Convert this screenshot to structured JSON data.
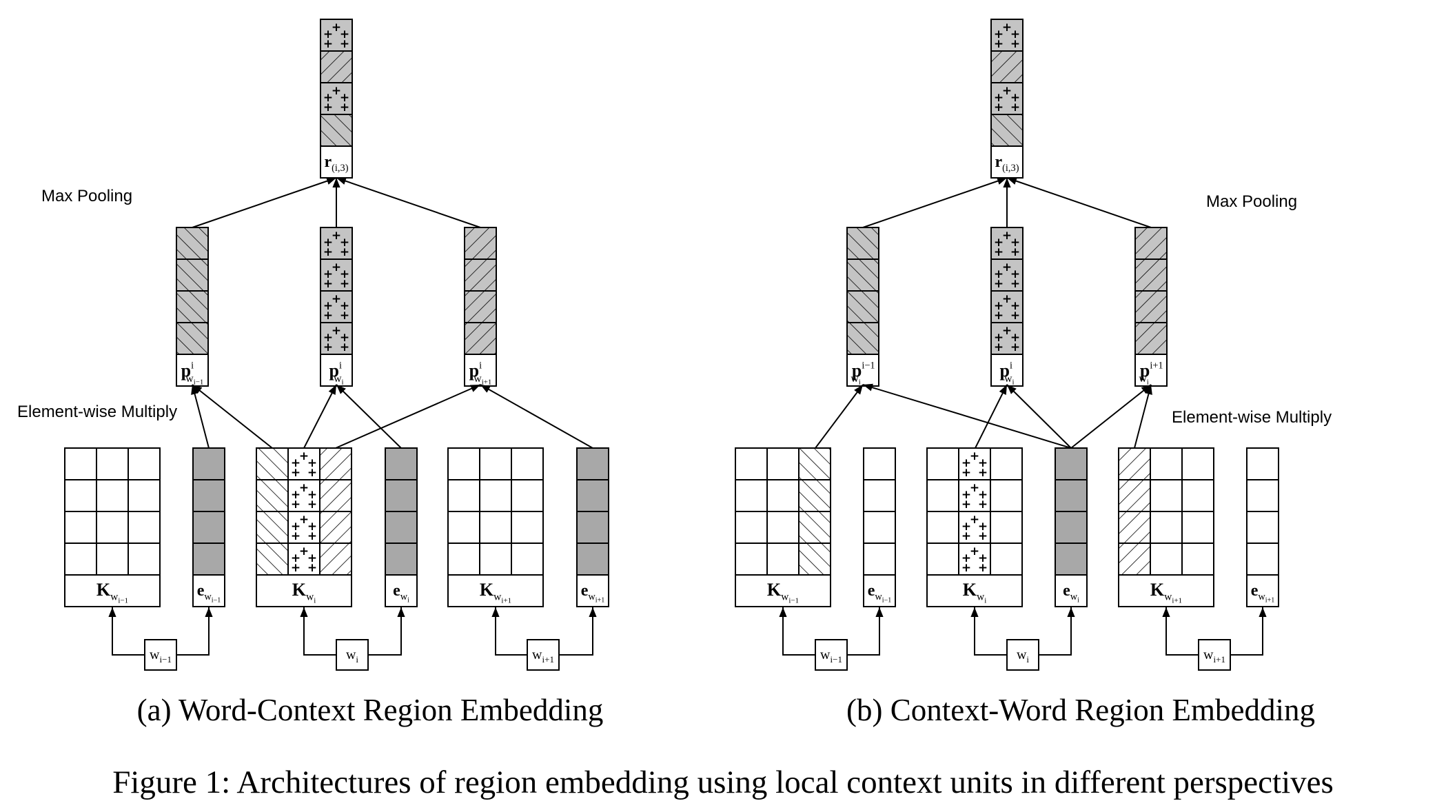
{
  "colors": {
    "gray_fill": "#c4c4c4",
    "dark_fill": "#a8a8a8",
    "stroke": "#000000"
  },
  "labels": {
    "max_pooling": "Max Pooling",
    "elementwise_multiply": "Element-wise Multiply"
  },
  "captions": {
    "panel_a": "(a) Word-Context Region Embedding",
    "panel_b": "(b) Context-Word Region Embedding",
    "figure": "Figure 1: Architectures of region embedding using local context units in different perspectives"
  },
  "panel_a": {
    "output": {
      "base": "r",
      "sub": "(i,3)",
      "pattern": [
        "plus",
        "fwd",
        "plus",
        "back"
      ]
    },
    "projected": [
      {
        "base": "p",
        "sub": "w",
        "subsub": "i−1",
        "sup": "i",
        "pattern": "back"
      },
      {
        "base": "p",
        "sub": "w",
        "subsub": "i",
        "sup": "i",
        "pattern": "plus"
      },
      {
        "base": "p",
        "sub": "w",
        "subsub": "i+1",
        "sup": "i",
        "pattern": "fwd"
      }
    ],
    "units": [
      {
        "K": {
          "base": "K",
          "sub": "w",
          "subsub": "i−1",
          "cols": [
            "blank",
            "blank",
            "blank"
          ]
        },
        "e": {
          "base": "e",
          "sub": "w",
          "subsub": "i−1",
          "fill": "dark"
        },
        "w": {
          "base": "w",
          "sub": "i−1"
        }
      },
      {
        "K": {
          "base": "K",
          "sub": "w",
          "subsub": "i",
          "cols": [
            "back",
            "plus",
            "fwd"
          ]
        },
        "e": {
          "base": "e",
          "sub": "w",
          "subsub": "i",
          "fill": "dark"
        },
        "w": {
          "base": "w",
          "sub": "i"
        }
      },
      {
        "K": {
          "base": "K",
          "sub": "w",
          "subsub": "i+1",
          "cols": [
            "blank",
            "blank",
            "blank"
          ]
        },
        "e": {
          "base": "e",
          "sub": "w",
          "subsub": "i+1",
          "fill": "dark"
        },
        "w": {
          "base": "w",
          "sub": "i+1"
        }
      }
    ]
  },
  "panel_b": {
    "output": {
      "base": "r",
      "sub": "(i,3)",
      "pattern": [
        "plus",
        "fwd",
        "plus",
        "back"
      ]
    },
    "projected": [
      {
        "base": "p",
        "sub": "w",
        "subsub": "i",
        "sup": "i−1",
        "pattern": "back"
      },
      {
        "base": "p",
        "sub": "w",
        "subsub": "i",
        "sup": "i",
        "pattern": "plus"
      },
      {
        "base": "p",
        "sub": "w",
        "subsub": "i",
        "sup": "i+1",
        "pattern": "fwd"
      }
    ],
    "units": [
      {
        "K": {
          "base": "K",
          "sub": "w",
          "subsub": "i−1",
          "cols": [
            "blank",
            "blank",
            "back"
          ]
        },
        "e": {
          "base": "e",
          "sub": "w",
          "subsub": "i−1",
          "fill": "none"
        },
        "w": {
          "base": "w",
          "sub": "i−1"
        }
      },
      {
        "K": {
          "base": "K",
          "sub": "w",
          "subsub": "i",
          "cols": [
            "blank",
            "plus",
            "blank"
          ]
        },
        "e": {
          "base": "e",
          "sub": "w",
          "subsub": "i",
          "fill": "dark"
        },
        "w": {
          "base": "w",
          "sub": "i"
        }
      },
      {
        "K": {
          "base": "K",
          "sub": "w",
          "subsub": "i+1",
          "cols": [
            "fwd",
            "blank",
            "blank"
          ]
        },
        "e": {
          "base": "e",
          "sub": "w",
          "subsub": "i+1",
          "fill": "none"
        },
        "w": {
          "base": "w",
          "sub": "i+1"
        }
      }
    ]
  }
}
